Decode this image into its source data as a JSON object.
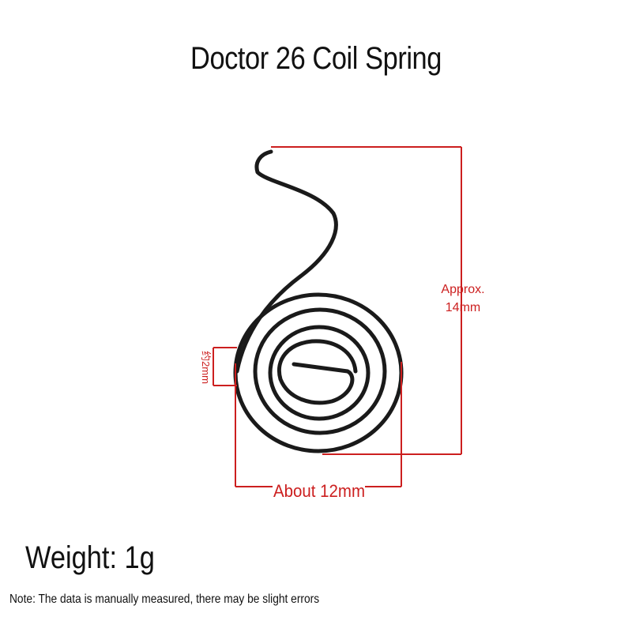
{
  "product": {
    "title": "Doctor 26 Coil Spring"
  },
  "dimensions": {
    "height_label_line1": "Approx.",
    "height_label_line2": "14mm",
    "width_label": "About 12mm",
    "wire_label": "约2mm"
  },
  "specs": {
    "weight": "Weight: 1g"
  },
  "footer": {
    "note": "Note: The data is manually measured, there may be slight errors"
  },
  "colors": {
    "dimension_line": "#cc1f1f",
    "spring": "#1a1a1a",
    "text": "#111111"
  }
}
